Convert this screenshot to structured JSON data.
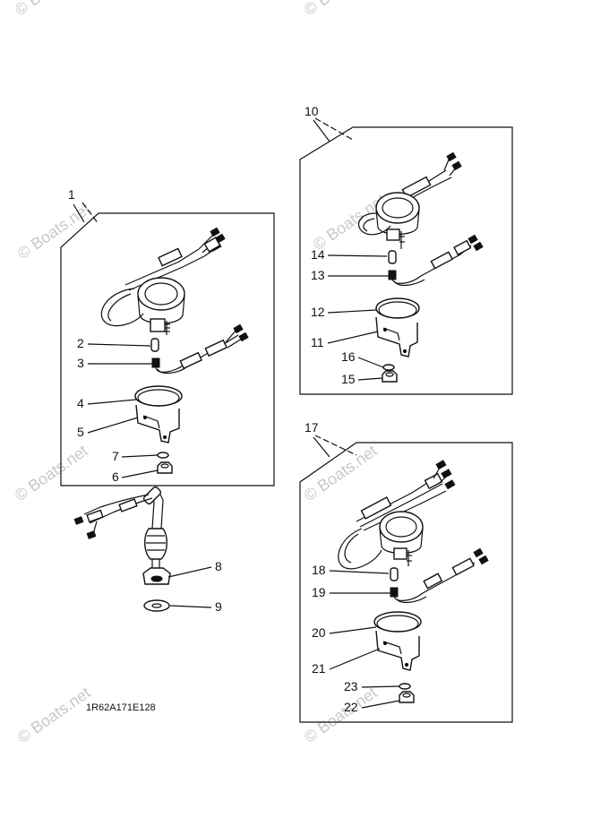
{
  "watermark": "© Boats.net",
  "diagram_code": "1R62A171E128",
  "callouts": {
    "c1": "1",
    "c2": "2",
    "c3": "3",
    "c4": "4",
    "c5": "5",
    "c6": "6",
    "c7": "7",
    "c8": "8",
    "c9": "9",
    "c10": "10",
    "c11": "11",
    "c12": "12",
    "c13": "13",
    "c14": "14",
    "c15": "15",
    "c16": "16",
    "c17": "17",
    "c18": "18",
    "c19": "19",
    "c20": "20",
    "c21": "21",
    "c22": "22",
    "c23": "23"
  }
}
